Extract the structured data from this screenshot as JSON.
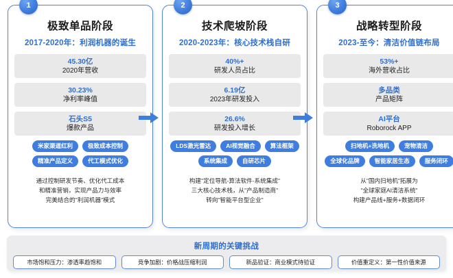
{
  "colors": {
    "accent": "#3f7ede",
    "accent_text": "#2f6fd0",
    "panel_border": "#4f82d8",
    "stat_bg": "#e9e9ea",
    "challenge_bg": "#ececee"
  },
  "stages": [
    {
      "badge": "1",
      "title": "极致单品阶段",
      "subtitle": "2017-2020年：利润机器的诞生",
      "stats": [
        {
          "value": "45.30亿",
          "label": "2020年营收"
        },
        {
          "value": "30.23%",
          "label": "净利率峰值"
        },
        {
          "value": "石头S5",
          "label": "爆款产品"
        }
      ],
      "tags": [
        "米家渠道红利",
        "极致成本控制",
        "精准产品定义",
        "代工模式优化"
      ],
      "description": "通过控制研发节奏、优化代工成本\n和精准营销，实现产品力与效率\n完美结合的\"利润机器\"模式"
    },
    {
      "badge": "2",
      "title": "技术爬坡阶段",
      "subtitle": "2020-2023年：核心技术栈自研",
      "stats": [
        {
          "value": "40%+",
          "label": "研发人员占比"
        },
        {
          "value": "6.19亿",
          "label": "2023年研发投入"
        },
        {
          "value": "26.6%",
          "label": "研发投入增长"
        }
      ],
      "tags": [
        "LDS激光雷达",
        "AI视觉融合",
        "算法框架",
        "系统集成",
        "自研芯片"
      ],
      "description": "构建\"定位导航-算法软件-系统集成\"\n三大核心技术栈，从\"产品制造商\"\n转向\"智能平台型企业\""
    },
    {
      "badge": "3",
      "title": "战略转型阶段",
      "subtitle": "2023-至今：清洁价值链布局",
      "stats": [
        {
          "value": "53%+",
          "label": "海外营收占比"
        },
        {
          "value": "多品类",
          "label": "产品矩阵"
        },
        {
          "value": "AI平台",
          "label": "Roborock APP"
        }
      ],
      "tags": [
        "扫地机+洗地机",
        "宠物清洁",
        "全球化品牌",
        "智能家居生态",
        "服务闭环"
      ],
      "description": "从\"国内扫地机\"拓展为\n\"全球家庭AI清洁系统\"\n构建产品线+服务+数据闭环"
    }
  ],
  "challenges": {
    "title": "新周期的关键挑战",
    "items": [
      "市场饱和压力：渗透率趋饱和",
      "竞争加剧：价格战压缩利润",
      "新品验证：商业模式待验证",
      "价值重定义：第一性价值来源"
    ]
  }
}
